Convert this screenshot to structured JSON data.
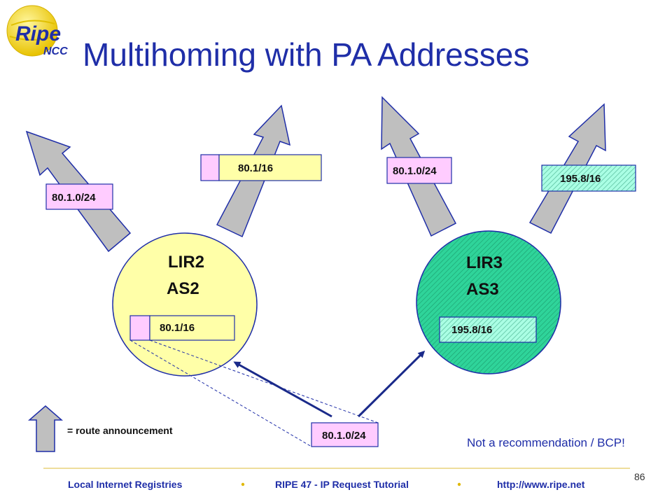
{
  "title": "Multihoming with PA Addresses",
  "logo": {
    "text_main": "Ripe",
    "text_sub": "NCC"
  },
  "colors": {
    "title": "#1f2ea8",
    "lir2_fill": "#ffffa8",
    "lir3_fill": "#22c48a",
    "pink": "#ffccff",
    "hatch": "#99ffdd",
    "arrow_fill": "#bfbfbf",
    "arrow_stroke": "#1f2ea8",
    "footer_line": "#e8d27a"
  },
  "routers": {
    "lir2": {
      "name": "LIR2",
      "as": "AS2",
      "prefix": "80.1/16"
    },
    "lir3": {
      "name": "LIR3",
      "as": "AS3",
      "prefix": "195.8/16"
    }
  },
  "announcements": {
    "lir2_left": "80.1.0/24",
    "lir2_right": "80.1/16",
    "lir3_left": "80.1.0/24",
    "lir3_right": "195.8/16"
  },
  "customer": {
    "prefix": "80.1.0/24"
  },
  "legend": {
    "text": "= route announcement"
  },
  "note": "Not a recommendation / BCP!",
  "footer": {
    "left": "Local Internet Registries",
    "center": "RIPE 47  - IP Request Tutorial",
    "right": "http://www.ripe.net",
    "page": "86"
  }
}
